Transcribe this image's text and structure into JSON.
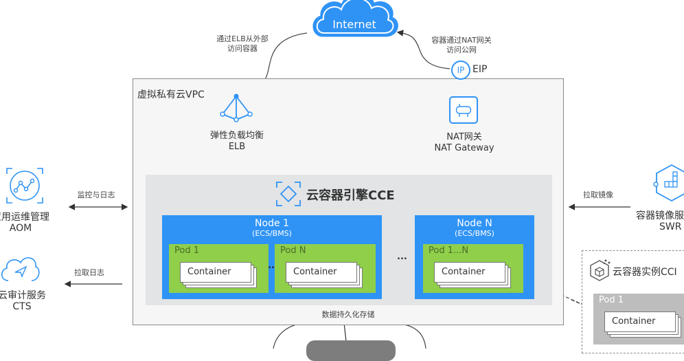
{
  "internet": {
    "label": "Internet"
  },
  "edges": {
    "elb_access": [
      "通过ELB从外部",
      "访问容器"
    ],
    "nat_access": [
      "容器通过NAT网关",
      "访问公网"
    ],
    "monitor": "监控与日志",
    "pull_logs": "拉取日志",
    "pull_image": "拉取镜像",
    "persist": "数据持久化存储"
  },
  "eip": {
    "icon_text": "IP",
    "label": "EIP"
  },
  "vpc": {
    "title": "虚拟私有云VPC"
  },
  "elb": {
    "name": "弹性负载均衡",
    "abbr": "ELB"
  },
  "nat": {
    "name": "NAT网关",
    "abbr": "NAT Gateway"
  },
  "cce": {
    "title": "云容器引擎CCE"
  },
  "nodes": [
    {
      "title": "Node 1",
      "sub": "(ECS/BMS)",
      "pods": [
        {
          "label": "Pod 1",
          "container": "Container"
        },
        {
          "label": "Pod N",
          "container": "Container"
        }
      ]
    },
    {
      "title": "Node N",
      "sub": "(ECS/BMS)",
      "pods": [
        {
          "label": "Pod 1...N",
          "container": "Container"
        }
      ]
    }
  ],
  "ellipsis": "...",
  "aom": {
    "name": "应用运维管理",
    "abbr": "AOM"
  },
  "cts": {
    "name": "云审计服务",
    "abbr": "CTS"
  },
  "swr": {
    "name": "容器镜像服务",
    "abbr": "SWR"
  },
  "cci": {
    "title": "云容器实例CCI",
    "pod": "Pod 1",
    "container": "Container"
  },
  "colors": {
    "primary": "#2f93f5",
    "pod_green": "#8fcf4a",
    "cce_bg": "#e2e4e6",
    "vpc_bg": "#f6f6f6"
  }
}
